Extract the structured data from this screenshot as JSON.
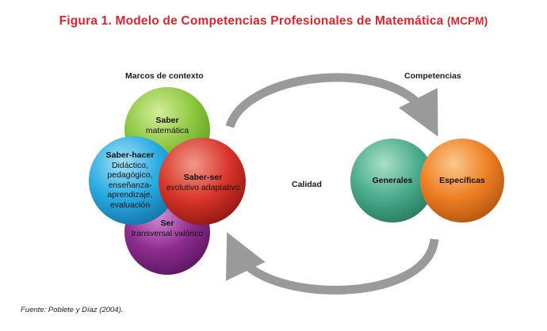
{
  "title": "Figura 1. Modelo de Competencias Profesionales de Matemática",
  "title_abbr": "(MCPM)",
  "labels": {
    "marcos": "Marcos de contexto",
    "competencias": "Competencias",
    "calidad": "Calidad"
  },
  "circles": {
    "saber": {
      "title": "Saber",
      "subtitle": "matemática",
      "color": "#8cc63f"
    },
    "saber_hacer": {
      "title": "Saber-hacer",
      "lines": [
        "Didáctico,",
        "pedagógico,",
        "enseñanza-",
        "aprendizaje,",
        "evaluación"
      ],
      "color": "#29abe2"
    },
    "saber_ser": {
      "title": "Saber-ser",
      "subtitle": "evolutivo adaptativo",
      "color": "#d8352a"
    },
    "ser": {
      "title": "Ser",
      "subtitle": "transversal valórico",
      "color": "#8e2c8f"
    },
    "generales": {
      "title": "Generales",
      "color": "#4aab8c"
    },
    "especificas": {
      "title": "Específicas",
      "color": "#ee7f23"
    }
  },
  "source": "Fuente: Poblete y Díaz (2004).",
  "colors": {
    "title": "#d9262c",
    "arrow": "#9a9a9a"
  }
}
